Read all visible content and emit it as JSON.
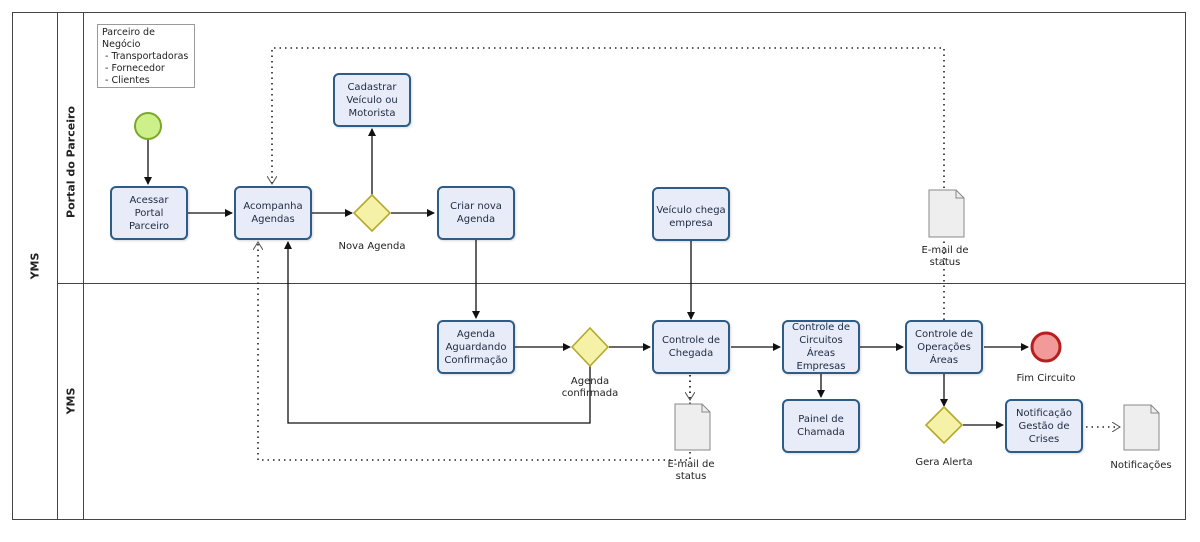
{
  "pool": {
    "label": "YMS"
  },
  "lanes": [
    {
      "label": "Portal do Parceiro"
    },
    {
      "label": "YMS"
    }
  ],
  "legend": {
    "title": "Parceiro de Negócio",
    "items": [
      "- Transportadoras",
      "- Fornecedor",
      "- Clientes"
    ]
  },
  "tasks": {
    "acessar": "Acessar Portal Parceiro",
    "acompanha": "Acompanha Agendas",
    "cadastrar": "Cadastrar Veículo ou Motorista",
    "criar": "Criar nova Agenda",
    "veiculo": "Veículo chega empresa",
    "agenda_aguardando": "Agenda Aguardando Confirmação",
    "controle_chegada": "Controle de Chegada",
    "controle_circuitos": "Controle de Circuitos Áreas Empresas",
    "controle_operacoes": "Controle de Operações Áreas",
    "painel": "Painel de Chamada",
    "notificacao": "Notificação Gestão de Crises"
  },
  "gateways": {
    "nova_agenda": "Nova Agenda",
    "agenda_confirmada": "Agenda confirmada",
    "gera_alerta": "Gera Alerta"
  },
  "events": {
    "fim": "Fim Circuito"
  },
  "documents": {
    "email_top": "E-mail de status",
    "email_bottom": "E-mail de status",
    "notificacoes": "Notificações"
  },
  "colors": {
    "task_fill": "#e8ecf9",
    "task_border": "#2d5d86",
    "start_fill": "#cdf08a",
    "start_border": "#7aa82a",
    "end_fill": "#f29a9a",
    "end_border": "#b81e1e",
    "gateway_fill": "#f5f2a8",
    "gateway_border": "#b5a82a"
  }
}
